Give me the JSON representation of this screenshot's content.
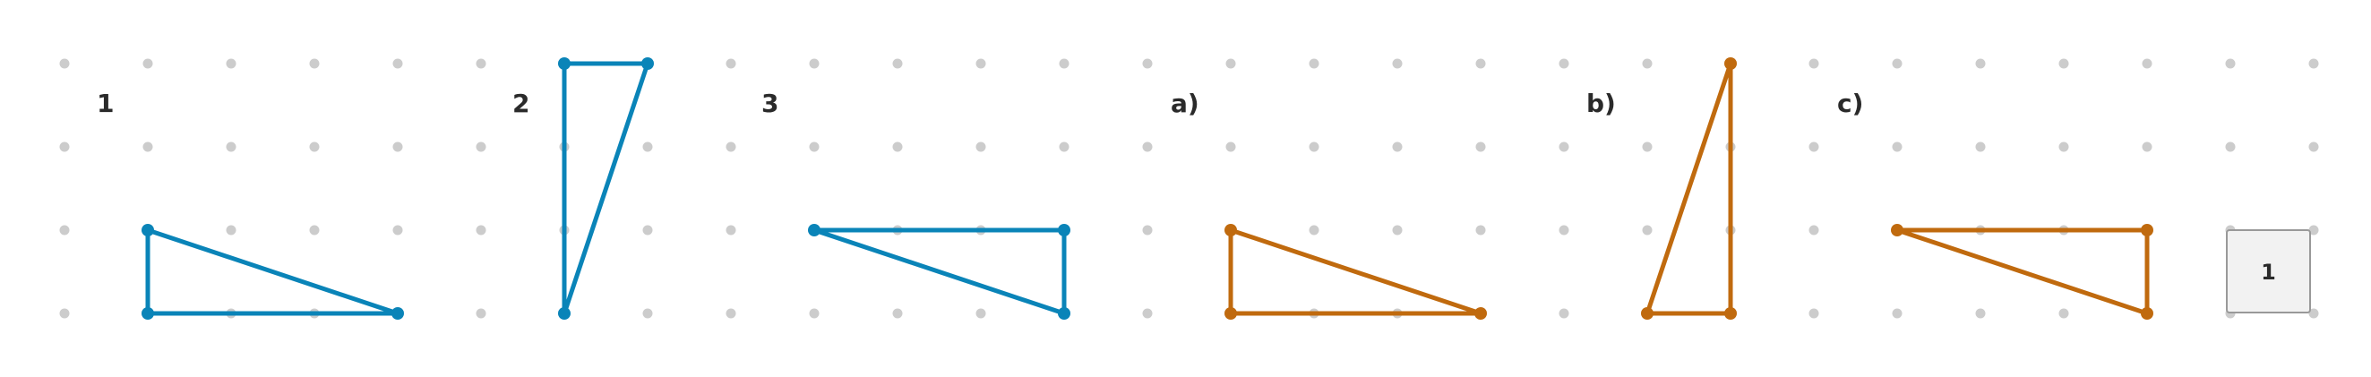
{
  "colors": {
    "grid_dot": "#cccccc",
    "given_shape": "#0a84b8",
    "answer_shape": "#c06a0e",
    "label_text": "#2a2a2a",
    "answer_box_fill": "#f2f2f2",
    "answer_box_border": "#999999"
  },
  "icons": {
    "grid_point": "dot",
    "vertex": "filled-circle"
  },
  "given_shapes": [
    {
      "label": "1",
      "description_word": "right triangle",
      "vertices": [
        [
          1,
          2
        ],
        [
          1,
          3
        ],
        [
          4,
          3
        ]
      ]
    },
    {
      "label": "2",
      "description_word": "right triangle",
      "vertices": [
        [
          6,
          0
        ],
        [
          7,
          0
        ],
        [
          6,
          3
        ]
      ]
    },
    {
      "label": "3",
      "description_word": "right triangle",
      "vertices": [
        [
          9,
          2
        ],
        [
          12,
          2
        ],
        [
          12,
          3
        ]
      ]
    }
  ],
  "answer_shapes": [
    {
      "label": "a)",
      "vertices": [
        [
          14,
          2
        ],
        [
          14,
          3
        ],
        [
          17,
          3
        ]
      ]
    },
    {
      "label": "b)",
      "vertices": [
        [
          20,
          0
        ],
        [
          20,
          3
        ],
        [
          19,
          3
        ]
      ]
    },
    {
      "label": "c)",
      "vertices": [
        [
          22,
          2
        ],
        [
          25,
          2
        ],
        [
          25,
          3
        ]
      ]
    }
  ],
  "answer_box": {
    "value": "1"
  }
}
